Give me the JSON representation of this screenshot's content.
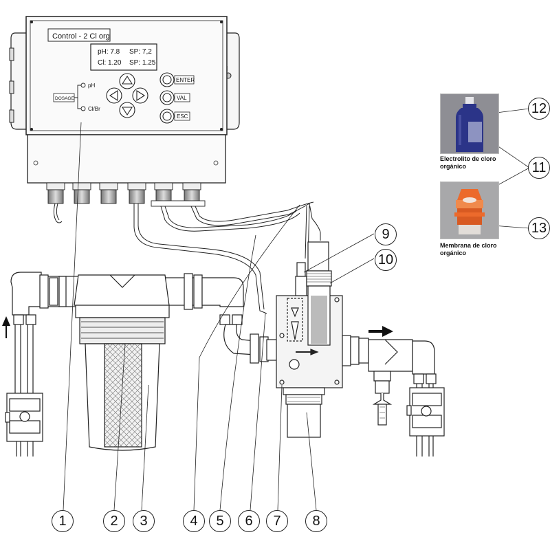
{
  "controller": {
    "title": "Control - 2 Cl org",
    "display": {
      "ph_reading": "pH: 7.8",
      "ph_setpoint": "SP: 7,2",
      "cl_reading": "Cl: 1.20",
      "cl_setpoint": "SP: 1.25"
    },
    "dosage_label": "DOSAGE",
    "led_ph": "pH",
    "led_clbr": "Cl/Br",
    "buttons": {
      "enter": "ENTER",
      "val": "VAL",
      "esc": "ESC"
    }
  },
  "products": [
    {
      "caption_line1": "Electrolito de cloro",
      "caption_line2": "orgánico",
      "colors": {
        "bottle": "#2b3488",
        "background": "#8e8e94"
      }
    },
    {
      "caption_line1": "Membrana de cloro",
      "caption_line2": "orgánico",
      "colors": {
        "cap": "#ec6a2c",
        "background": "#a8a8aa"
      }
    }
  ],
  "callouts": [
    "1",
    "2",
    "3",
    "4",
    "5",
    "6",
    "7",
    "8",
    "9",
    "10",
    "11",
    "12",
    "13"
  ],
  "colors": {
    "line": "#222222",
    "panel": "#f4f4f4",
    "shade": "#999999"
  }
}
